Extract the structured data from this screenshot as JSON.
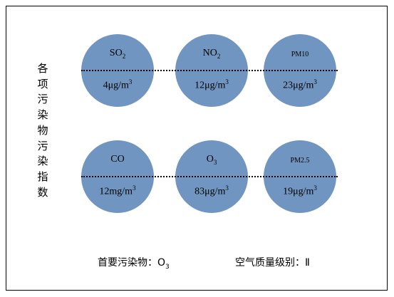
{
  "side_label": [
    "各",
    "项",
    "污",
    "染",
    "物",
    "污",
    "染",
    "指",
    "数"
  ],
  "pollutants": [
    {
      "name": "SO",
      "sub": "2",
      "value": "4μg/m",
      "sup": "3"
    },
    {
      "name": "NO",
      "sub": "2",
      "value": "12μg/m",
      "sup": "3"
    },
    {
      "name": "PM10",
      "sub": "",
      "value": "23μg/m",
      "sup": "3"
    },
    {
      "name": "CO",
      "sub": "",
      "value": "12mg/m",
      "sup": "3"
    },
    {
      "name": "O",
      "sub": "3",
      "value": "83μg/m",
      "sup": "3"
    },
    {
      "name": "PM2.5",
      "sub": "",
      "value": "19μg/m",
      "sup": "3"
    }
  ],
  "footer": {
    "primary_label": "首要污染物：O",
    "primary_sub": "3",
    "aqi_level": "空气质量级别：Ⅱ"
  },
  "colors": {
    "circle": "#7095c0"
  }
}
